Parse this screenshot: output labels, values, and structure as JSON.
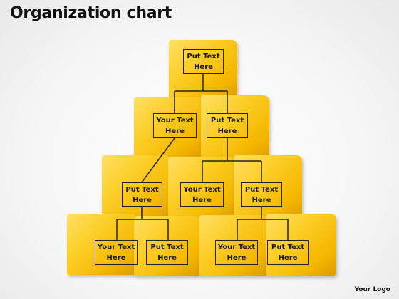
{
  "slide": {
    "title": "Organization chart",
    "logo": "Your Logo"
  },
  "nodes": [
    {
      "id": "n1",
      "text": "Put Text\nHere",
      "level": 1
    },
    {
      "id": "n2",
      "text": "Your Text\nHere",
      "level": 2,
      "parent": "n1"
    },
    {
      "id": "n3",
      "text": "Put Text\nHere",
      "level": 2,
      "parent": "n1"
    },
    {
      "id": "n4",
      "text": "Put Text\nHere",
      "level": 3,
      "parent": "n2"
    },
    {
      "id": "n5",
      "text": "Your Text\nHere",
      "level": 3,
      "parent": "n3"
    },
    {
      "id": "n6",
      "text": "Put Text\nHere",
      "level": 3,
      "parent": "n3"
    },
    {
      "id": "n7",
      "text": "Your Text\nHere",
      "level": 4,
      "parent": "n4"
    },
    {
      "id": "n8",
      "text": "Put Text\nHere",
      "level": 4,
      "parent": "n4"
    },
    {
      "id": "n9",
      "text": "Your Text\nHere",
      "level": 4,
      "parent": "n6"
    },
    {
      "id": "n10",
      "text": "Put Text\nHere",
      "level": 4,
      "parent": "n6"
    }
  ],
  "colors": {
    "note_fill": "#fcc51a",
    "box_border": "#222222",
    "connector": "#222222"
  }
}
